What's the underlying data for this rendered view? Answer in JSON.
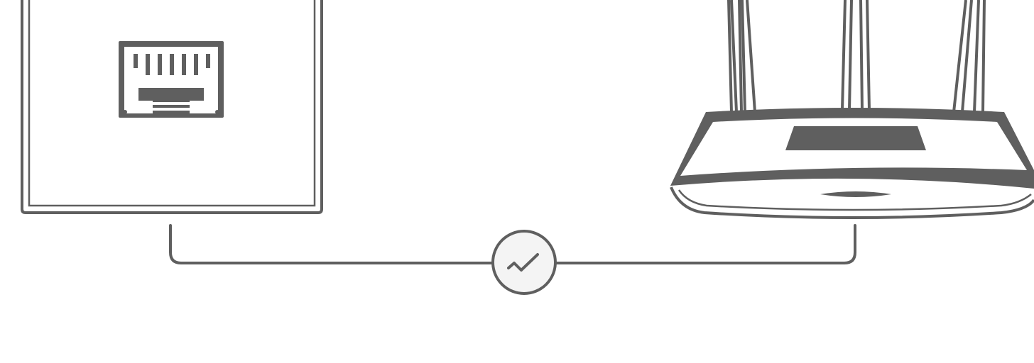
{
  "diagram": {
    "stroke_color": "#5f5f5f",
    "fill_color": "#5f5f5f",
    "background": "#ffffff",
    "status_badge_fill": "#f4f4f4",
    "nodes": [
      {
        "id": "wall-port",
        "icon": "ethernet-wall-port-icon"
      },
      {
        "id": "router",
        "icon": "wifi-router-icon"
      }
    ],
    "connection": {
      "from": "wall-port",
      "to": "router",
      "status_icon": "checkmark-icon",
      "status": "connected"
    }
  }
}
